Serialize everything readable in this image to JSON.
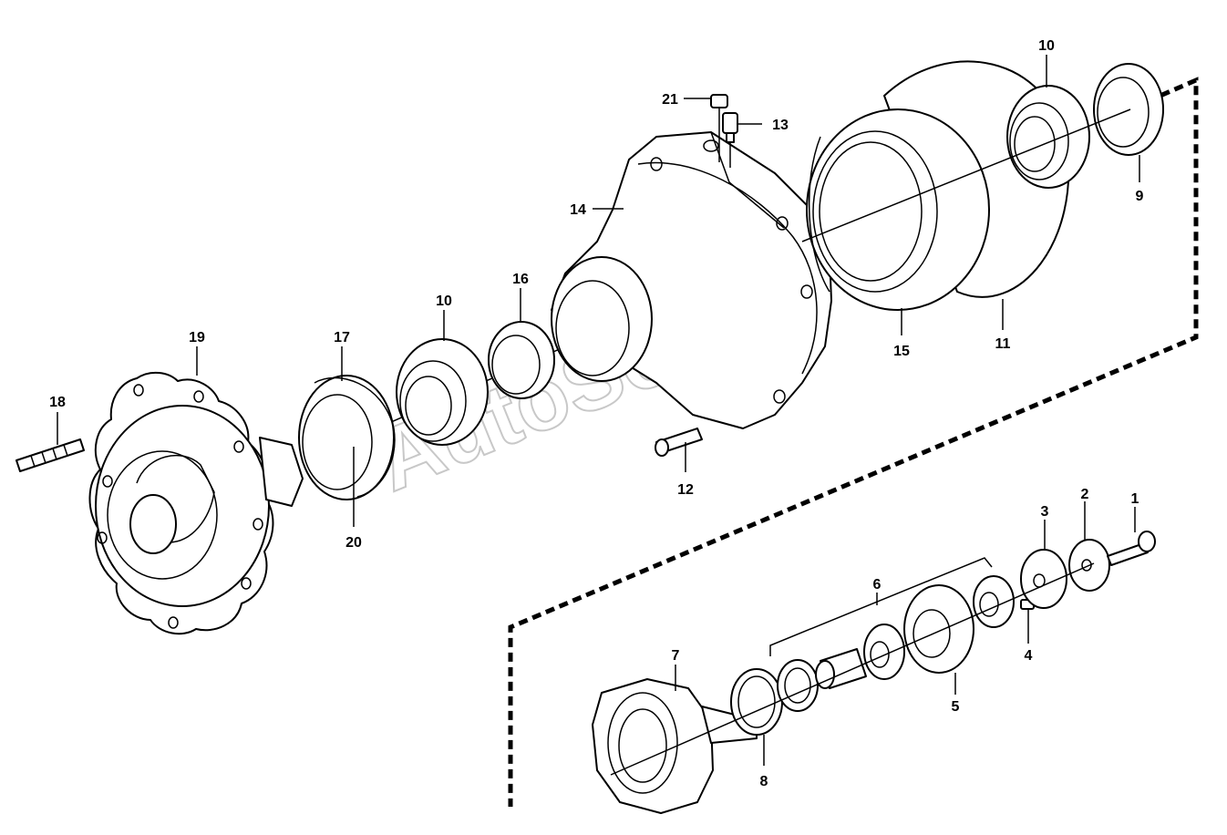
{
  "watermark": "AutoSoft",
  "callouts": {
    "c1": "1",
    "c2": "2",
    "c3": "3",
    "c4": "4",
    "c5": "5",
    "c6": "6",
    "c7": "7",
    "c8": "8",
    "c9": "9",
    "c10a": "10",
    "c10b": "10",
    "c11": "11",
    "c12": "12",
    "c13": "13",
    "c14": "14",
    "c15": "15",
    "c16": "16",
    "c17": "17",
    "c18": "18",
    "c19": "19",
    "c20": "20",
    "c21": "21"
  }
}
